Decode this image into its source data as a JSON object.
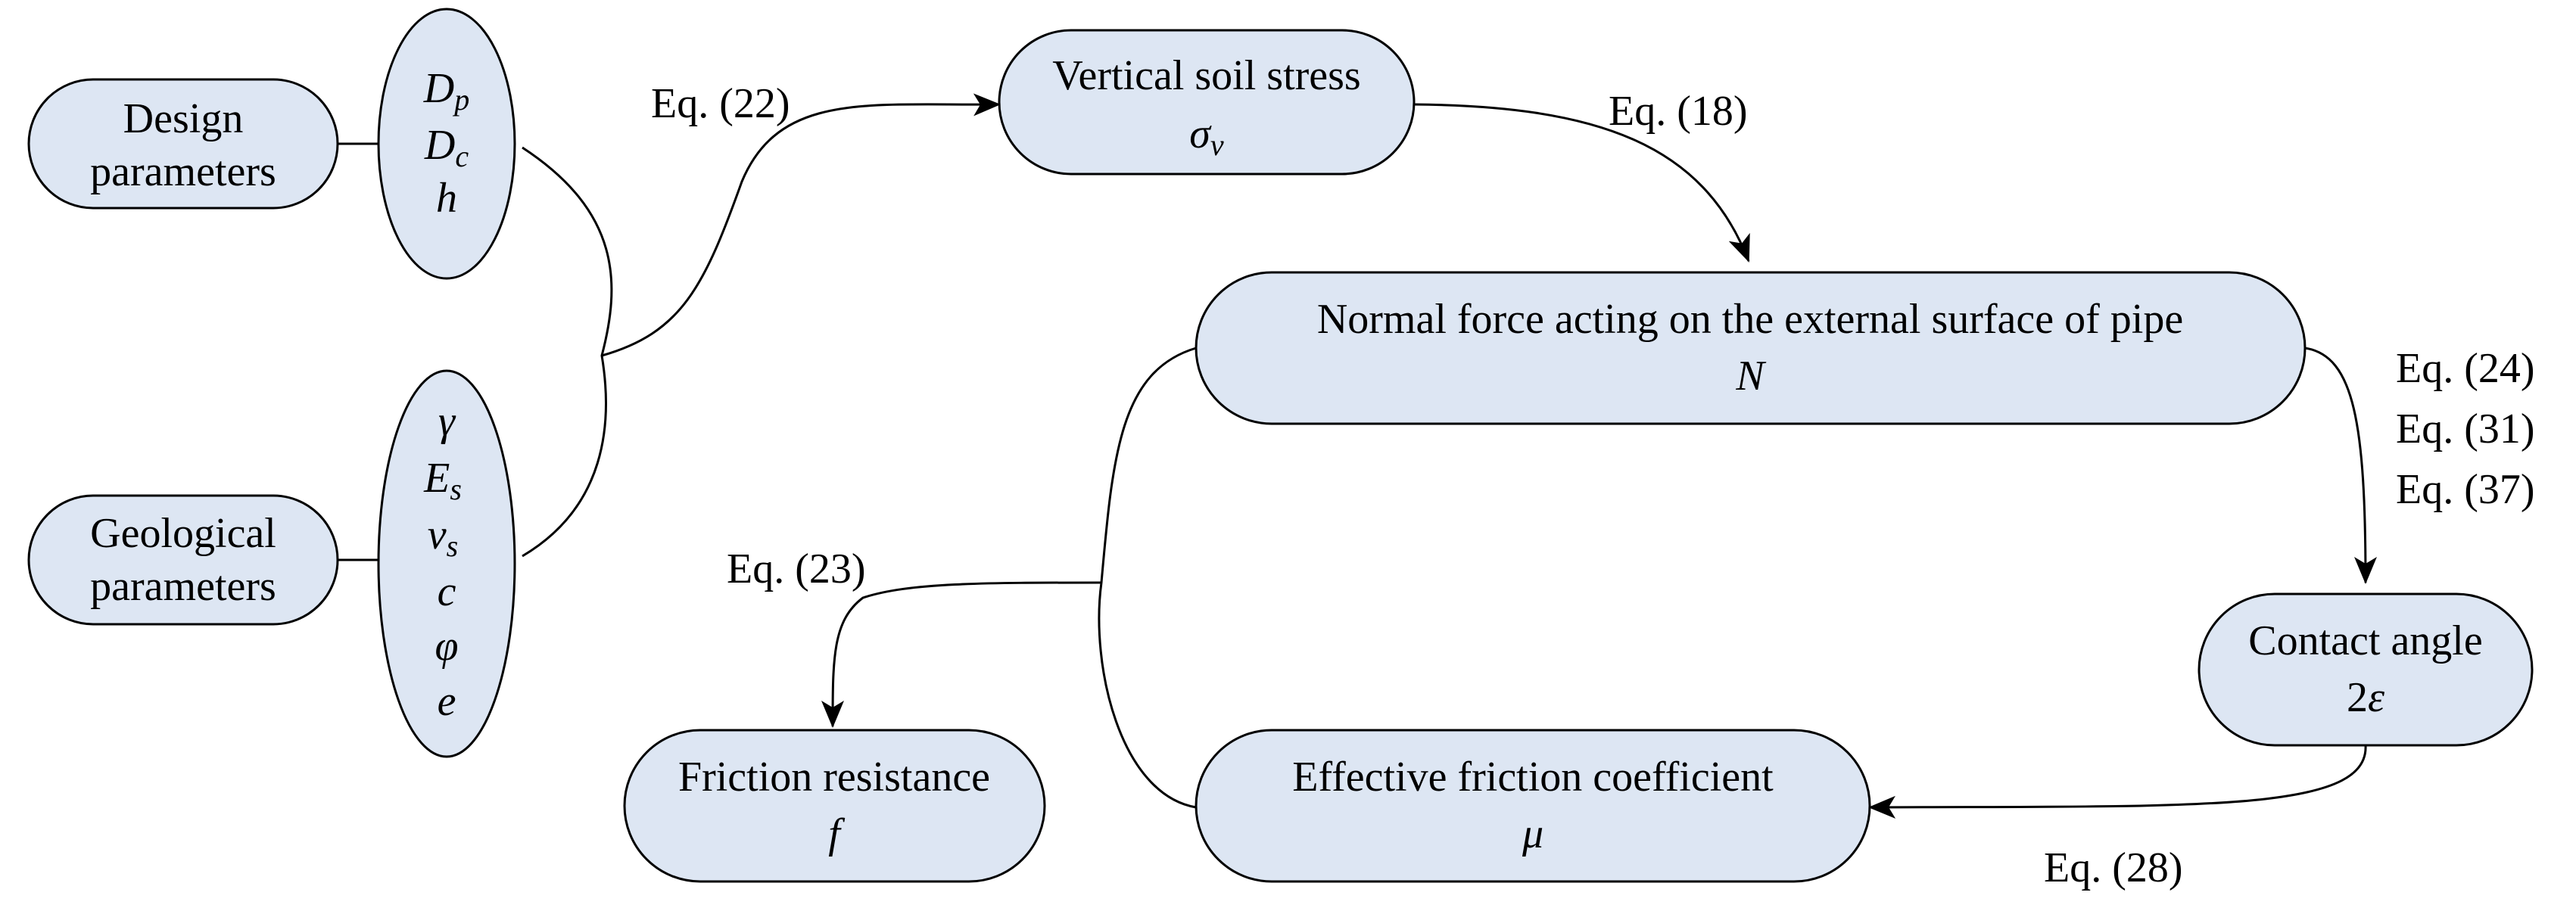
{
  "nodes": {
    "design": {
      "line1": "Design",
      "line2": "parameters"
    },
    "geological": {
      "line1": "Geological",
      "line2": "parameters"
    },
    "design_vars": {
      "v1": "D",
      "v1_sub": "p",
      "v2": "D",
      "v2_sub": "c",
      "v3": "h"
    },
    "geo_vars": {
      "v1": "γ",
      "v2": "E",
      "v2_sub": "s",
      "v3": "v",
      "v3_sub": "s",
      "v4": "c",
      "v5": "φ",
      "v6": "e"
    },
    "vertical_stress": {
      "label": "Vertical soil stress",
      "symbol": "σ",
      "symbol_sub": "v"
    },
    "normal_force": {
      "label": "Normal force acting on the external surface of pipe",
      "symbol": "N"
    },
    "contact_angle": {
      "label": "Contact angle",
      "symbol_num": "2",
      "symbol": "ε"
    },
    "effective_friction": {
      "label": "Effective friction coefficient",
      "symbol": "μ"
    },
    "friction_resistance": {
      "label": "Friction resistance",
      "symbol": "f"
    }
  },
  "equations": {
    "eq22": "Eq. (22)",
    "eq18": "Eq. (18)",
    "eq24": "Eq. (24)",
    "eq31": "Eq. (31)",
    "eq37": "Eq. (37)",
    "eq23": "Eq. (23)",
    "eq28": "Eq. (28)"
  }
}
